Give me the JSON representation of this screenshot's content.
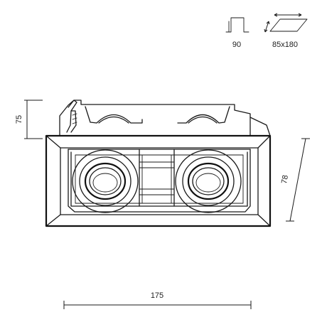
{
  "icons": {
    "cutout_depth": {
      "icon": "cutout-depth-icon",
      "label": "90"
    },
    "cutout_size": {
      "icon": "cutout-size-icon",
      "label": "85x180"
    }
  },
  "dimensions": {
    "height": "75",
    "depth": "78",
    "width": "175"
  }
}
